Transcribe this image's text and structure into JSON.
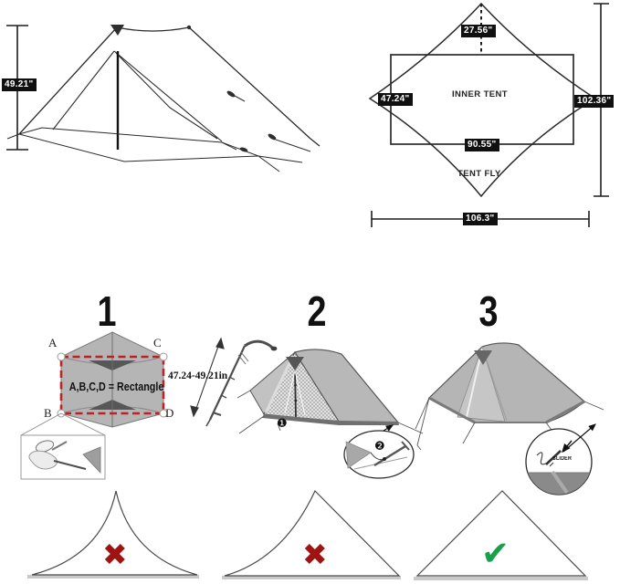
{
  "side_view": {
    "height": "49.21\""
  },
  "top_view": {
    "peak_offset": "27.56\"",
    "inner_width": "47.24\"",
    "fly_length": "102.36\"",
    "inner_length": "90.55\"",
    "fly_width": "106.3\"",
    "inner_tent": "INNER TENT",
    "tent_fly": "TENT FLY"
  },
  "steps": {
    "one": {
      "number": "1",
      "corner_a": "A",
      "corner_b": "B",
      "corner_c": "C",
      "corner_d": "D",
      "note": "A,B,C,D = Rectangle",
      "pole_range": "47.24-49.21in"
    },
    "two": {
      "number": "2",
      "marker_1": "❶",
      "marker_2": "❷"
    },
    "three": {
      "number": "3",
      "slider": "SLIDER"
    }
  },
  "verdicts": {
    "wrong": "✖",
    "right": "✔"
  },
  "colors": {
    "accent_red": "#bf2026",
    "mark_red": "#a01313",
    "mark_green": "#18a04a",
    "fabric_gray": "#b5b5b5",
    "dark_gray": "#666666",
    "label_bg": "#101010"
  }
}
